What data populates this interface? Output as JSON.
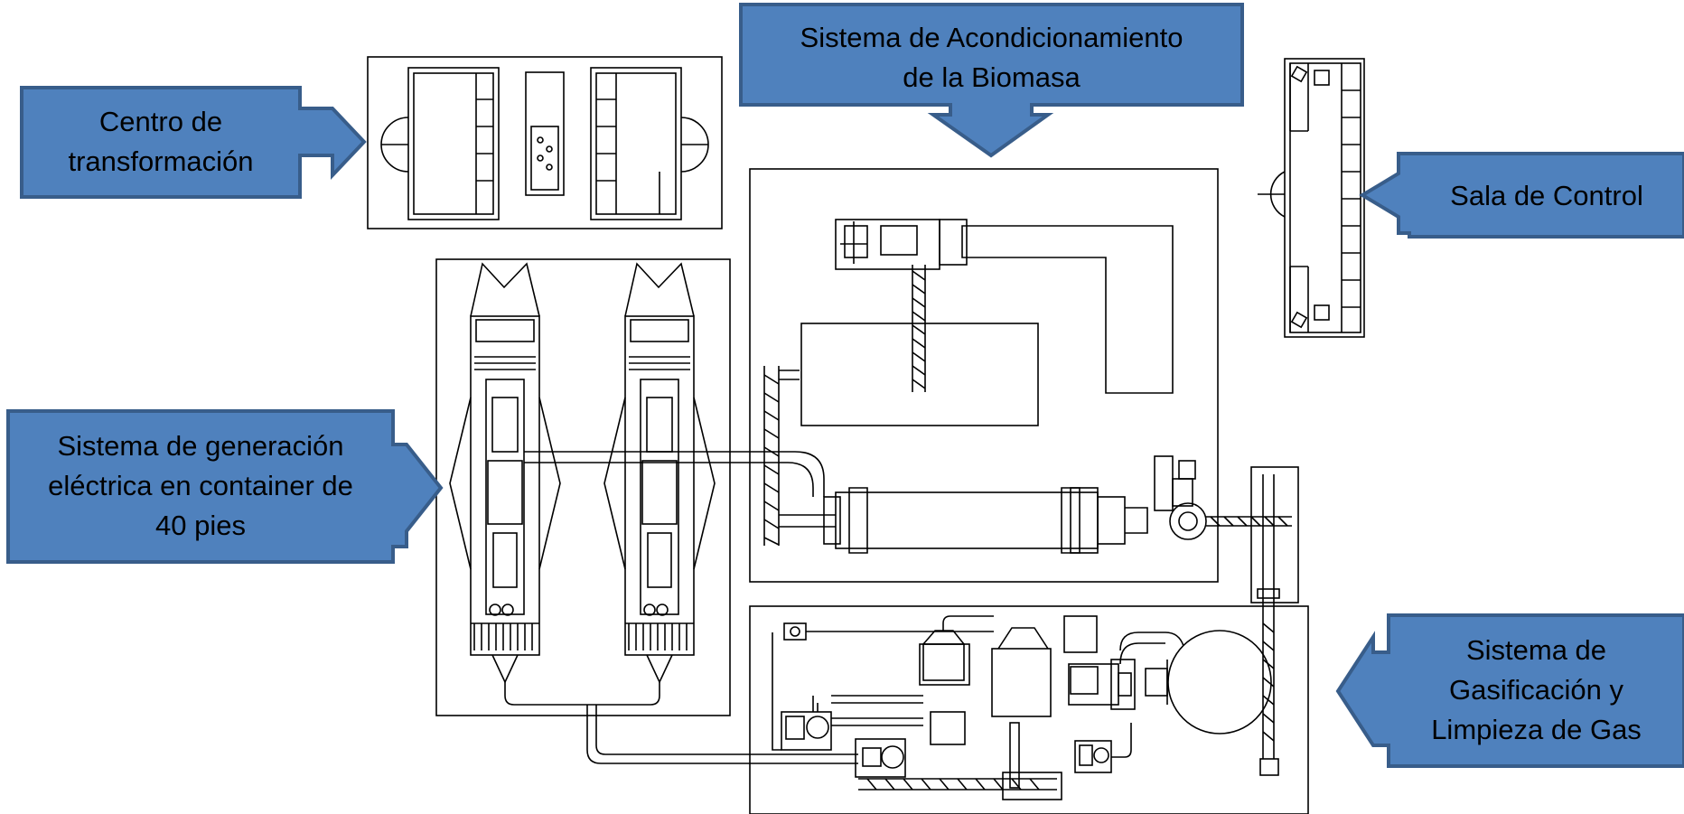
{
  "diagram": {
    "type": "plant-layout",
    "callouts": [
      {
        "id": "transformer",
        "lines": [
          "Centro de",
          "transformación"
        ],
        "points_to": "transformer-building"
      },
      {
        "id": "biomass",
        "lines": [
          "Sistema de Acondicionamiento",
          "de la Biomasa"
        ],
        "points_to": "biomass-conditioning-area"
      },
      {
        "id": "control",
        "lines": [
          "Sala de Control"
        ],
        "points_to": "control-room-building"
      },
      {
        "id": "generation",
        "lines": [
          "Sistema de generación",
          "eléctrica en container de",
          "40 pies"
        ],
        "points_to": "generator-containers"
      },
      {
        "id": "gasification",
        "lines": [
          "Sistema de",
          "Gasificación y",
          "Limpieza de Gas"
        ],
        "points_to": "gasification-area"
      }
    ],
    "colors": {
      "callout_fill": "#4f81bd",
      "callout_border": "#385d8a",
      "line": "#000000",
      "background": "#ffffff"
    }
  }
}
